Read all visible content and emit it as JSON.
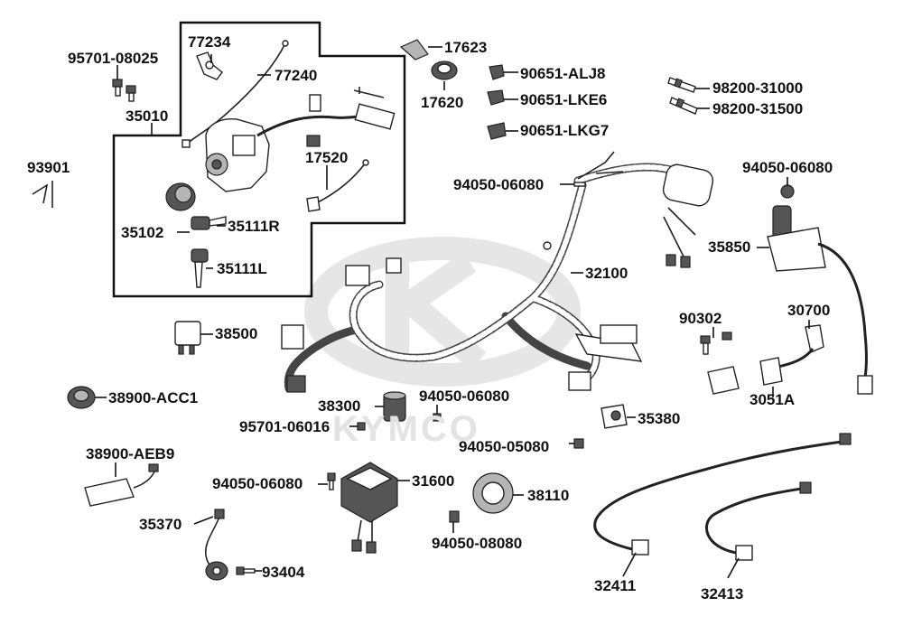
{
  "diagram": {
    "watermark_text": "KYMCO",
    "parts": [
      {
        "id": "p77234",
        "label": "77234"
      },
      {
        "id": "p95701_08025",
        "label": "95701-08025"
      },
      {
        "id": "p77240",
        "label": "77240"
      },
      {
        "id": "p35010",
        "label": "35010"
      },
      {
        "id": "p17520",
        "label": "17520"
      },
      {
        "id": "p93901",
        "label": "93901"
      },
      {
        "id": "p35102",
        "label": "35102"
      },
      {
        "id": "p35111R",
        "label": "35111R"
      },
      {
        "id": "p35111L",
        "label": "35111L"
      },
      {
        "id": "p17623",
        "label": "17623"
      },
      {
        "id": "p17620",
        "label": "17620"
      },
      {
        "id": "p90651_ALJ8",
        "label": "90651-ALJ8"
      },
      {
        "id": "p90651_LKE6",
        "label": "90651-LKE6"
      },
      {
        "id": "p90651_LKG7",
        "label": "90651-LKG7"
      },
      {
        "id": "p98200_31000",
        "label": "98200-31000"
      },
      {
        "id": "p98200_31500",
        "label": "98200-31500"
      },
      {
        "id": "p94050_06080_a",
        "label": "94050-06080"
      },
      {
        "id": "p94050_06080_b",
        "label": "94050-06080"
      },
      {
        "id": "p32100",
        "label": "32100"
      },
      {
        "id": "p35850",
        "label": "35850"
      },
      {
        "id": "p90302",
        "label": "90302"
      },
      {
        "id": "p30700",
        "label": "30700"
      },
      {
        "id": "p3051A",
        "label": "3051A"
      },
      {
        "id": "p38500",
        "label": "38500"
      },
      {
        "id": "p38900_ACC1",
        "label": "38900-ACC1"
      },
      {
        "id": "p38300",
        "label": "38300"
      },
      {
        "id": "p94050_06080_c",
        "label": "94050-06080"
      },
      {
        "id": "p95701_06016",
        "label": "95701-06016"
      },
      {
        "id": "p35380",
        "label": "35380"
      },
      {
        "id": "p94050_05080",
        "label": "94050-05080"
      },
      {
        "id": "p38900_AEB9",
        "label": "38900-AEB9"
      },
      {
        "id": "p94050_06080_d",
        "label": "94050-06080"
      },
      {
        "id": "p31600",
        "label": "31600"
      },
      {
        "id": "p38110",
        "label": "38110"
      },
      {
        "id": "p35370",
        "label": "35370"
      },
      {
        "id": "p94050_08080",
        "label": "94050-08080"
      },
      {
        "id": "p93404",
        "label": "93404"
      },
      {
        "id": "p32411",
        "label": "32411"
      },
      {
        "id": "p32413",
        "label": "32413"
      }
    ]
  }
}
